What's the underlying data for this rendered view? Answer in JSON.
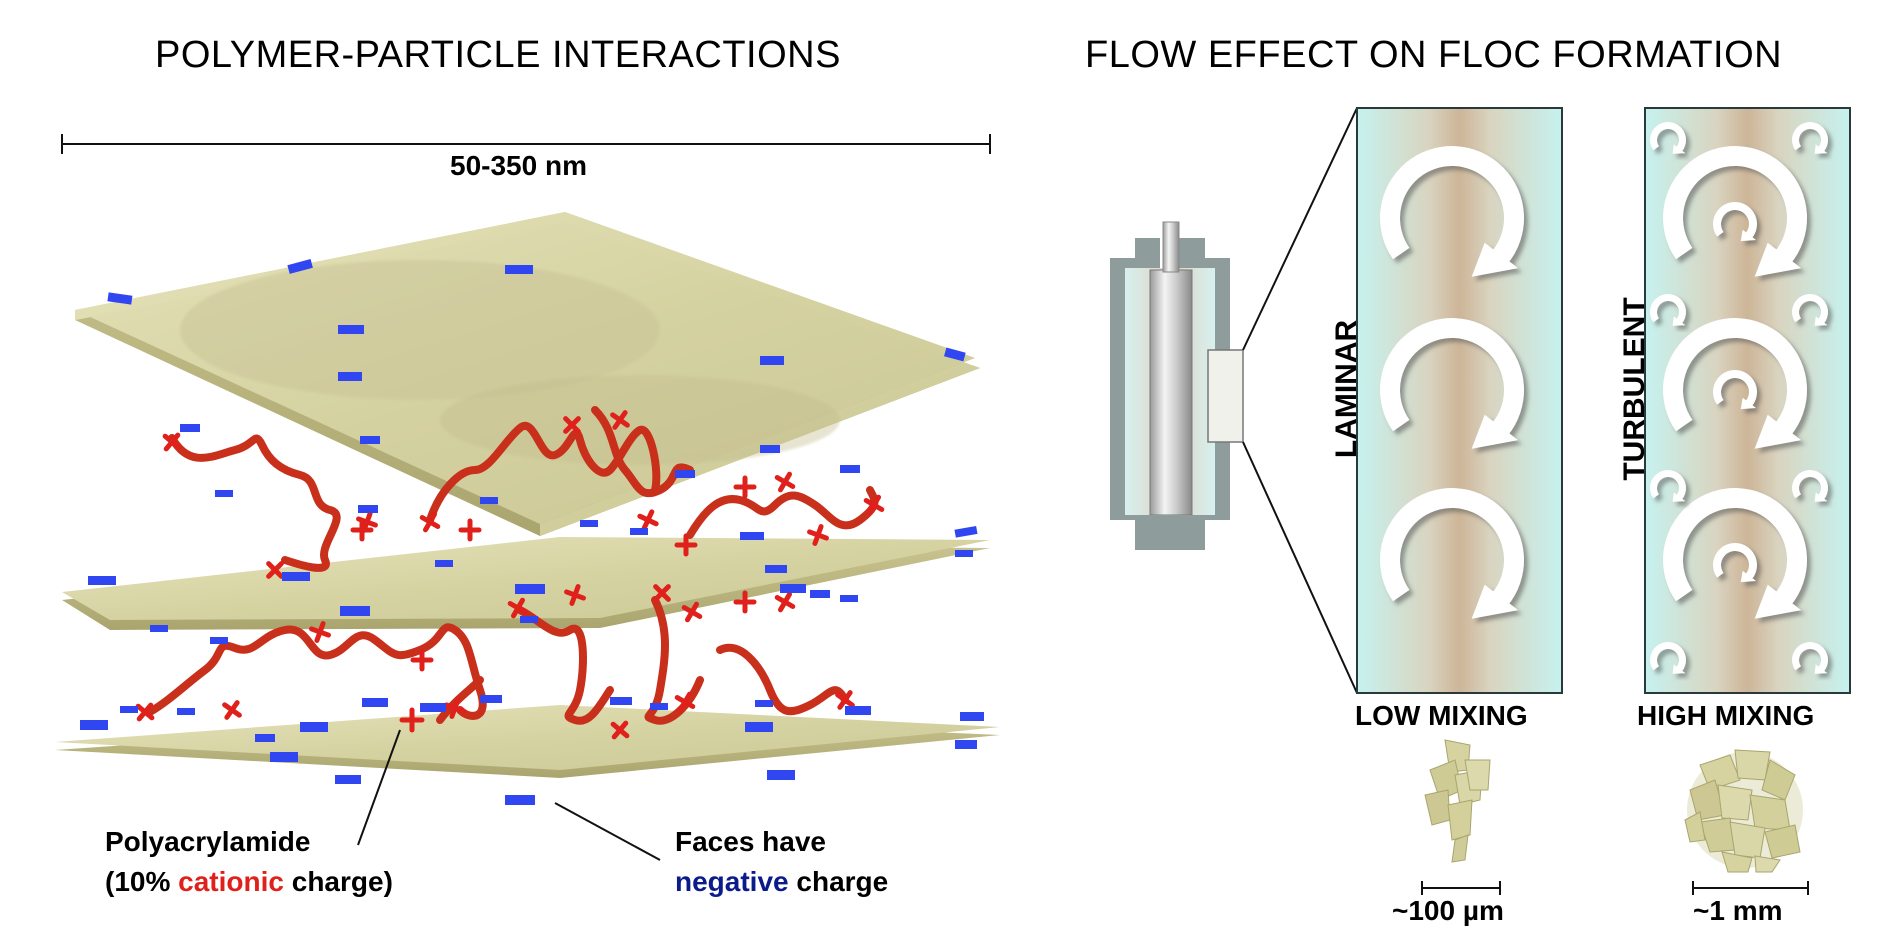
{
  "left_panel": {
    "title": "POLYMER-PARTICLE INTERACTIONS",
    "scale_label": "50-350 nm",
    "polymer_label": {
      "line1": "Polyacrylamide",
      "line2_prefix": "(10% ",
      "line2_highlight": "cationic",
      "line2_suffix": " charge)"
    },
    "faces_label": {
      "line1": "Faces have",
      "line2_highlight": "negative",
      "line2_suffix": " charge"
    }
  },
  "right_panel": {
    "title": "FLOW EFFECT ON FLOC FORMATION",
    "laminar": {
      "label": "LAMINAR",
      "mixing": "LOW MIXING",
      "scale": "~100 µm"
    },
    "turbulent": {
      "label": "TURBULENT",
      "mixing": "HIGH MIXING",
      "scale": "~1 mm"
    }
  },
  "colors": {
    "clay": "#d9d6a8",
    "polymer": "#c8301c",
    "cation": "#e0201b",
    "anion": "#2f46f0",
    "fluid": "#c6f2ef",
    "negative_text": "#0b1b8a"
  }
}
